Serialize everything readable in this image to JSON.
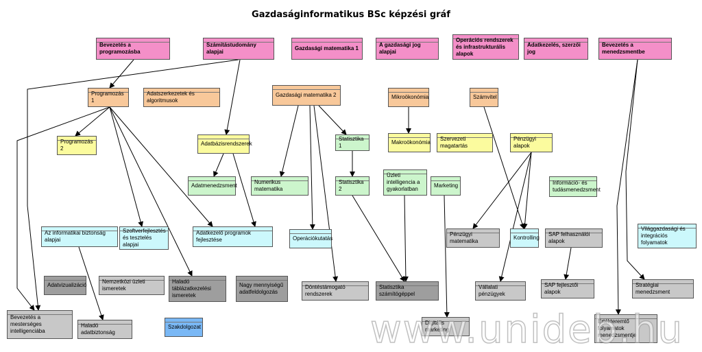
{
  "title": "Gazdaságinformatikus BSc képzési gráf",
  "watermark": "www.unideb.hu",
  "nodes": {
    "bevezetes_prog": "Bevezetés a programozásba",
    "szamitastud": "Számítástudomány alapjai",
    "gazd_mat1": "Gazdasági matematika 1",
    "gazd_jog": "A gazdasági jog alapjai",
    "operacios": "Operációs rendszerek és infrastrukturális alapok",
    "adatkezeles_jog": "Adatkezelés, szerzői jog",
    "bev_menedzsment": "Bevezetés a menedzsmentbe",
    "programozas1": "Programozás 1",
    "adatszerk": "Adatszerkezetek és algoritmusok",
    "gazd_mat2": "Gazdasági matematika 2",
    "mikrookonomia": "Mikroökonómia",
    "szamvitel": "Számvitel",
    "programozas2": "Programozás 2",
    "adatbazis": "Adatbázisrendszerek",
    "statisztika1": "Statisztika 1",
    "makrookonomia": "Makroökonómia",
    "szervezeti": "Szervezeti magatartás",
    "penzugyi_alapok": "Pénzügyi alapok",
    "adatmenedzsment": "Adatmenedzsment",
    "numerikus": "Numerikus matematika",
    "statisztika2": "Statisztika 2",
    "uzleti_intell": "Üzleti intelligencia a gyakorlatban",
    "marketing": "Marketing",
    "informacio": "Információ- és tudásmenedzsment",
    "inf_biztonsag": "Az informatikai biztonság alapjai",
    "szoftverfejl": "Szoftverfejlesztés és tesztelés alapjai",
    "adatkezelo_prog": "Adatkezelő programok fejlesztése",
    "operaciokutatas": "Operációkutatás",
    "penzugyi_mat": "Pénzügyi matematika",
    "kontrolling": "Kontrolling",
    "sap_felhasznaloi": "SAP felhasználói alapok",
    "vilaggazdasagi": "Világgazdasági és integrációs folyamatok",
    "adatvizualizacio": "Adatvizualizáció",
    "nemzetkozi": "Nemzetközi üzleti ismeretek",
    "halado_tabla": "Haladó táblázatkezelési ismeretek",
    "nagy_menny": "Nagy mennyiségű adatfeldolgozás",
    "dontestamogato": "Döntéstámogató rendszerek",
    "stat_szamitogep": "Statisztika számítógéppel",
    "vallalati_penz": "Vállalati pénzügyek",
    "sap_fejleszto": "SAP fejlesztői alapok",
    "strategiai": "Stratégiai menedzsment",
    "bev_mesterseges": "Bevezetés a mesterséges intelligenciába",
    "halado_adatbizt": "Haladó adatbiztonság",
    "szakdolgozat": "Szakdolgozat",
    "digitalis_mark": "Digitális marketing",
    "ertekteremto": "Értékteremtő folyamatok menedzsmentje"
  },
  "colors": {
    "level1": "#f48fc8",
    "level2": "#f8c89a",
    "level3": "#fbfb9e",
    "level4": "#ccf5cc",
    "level5": "#ccf8fc",
    "level6": "#c8c8c8",
    "level7": "#9e9e9e",
    "thesis": "#7ab8f5"
  }
}
